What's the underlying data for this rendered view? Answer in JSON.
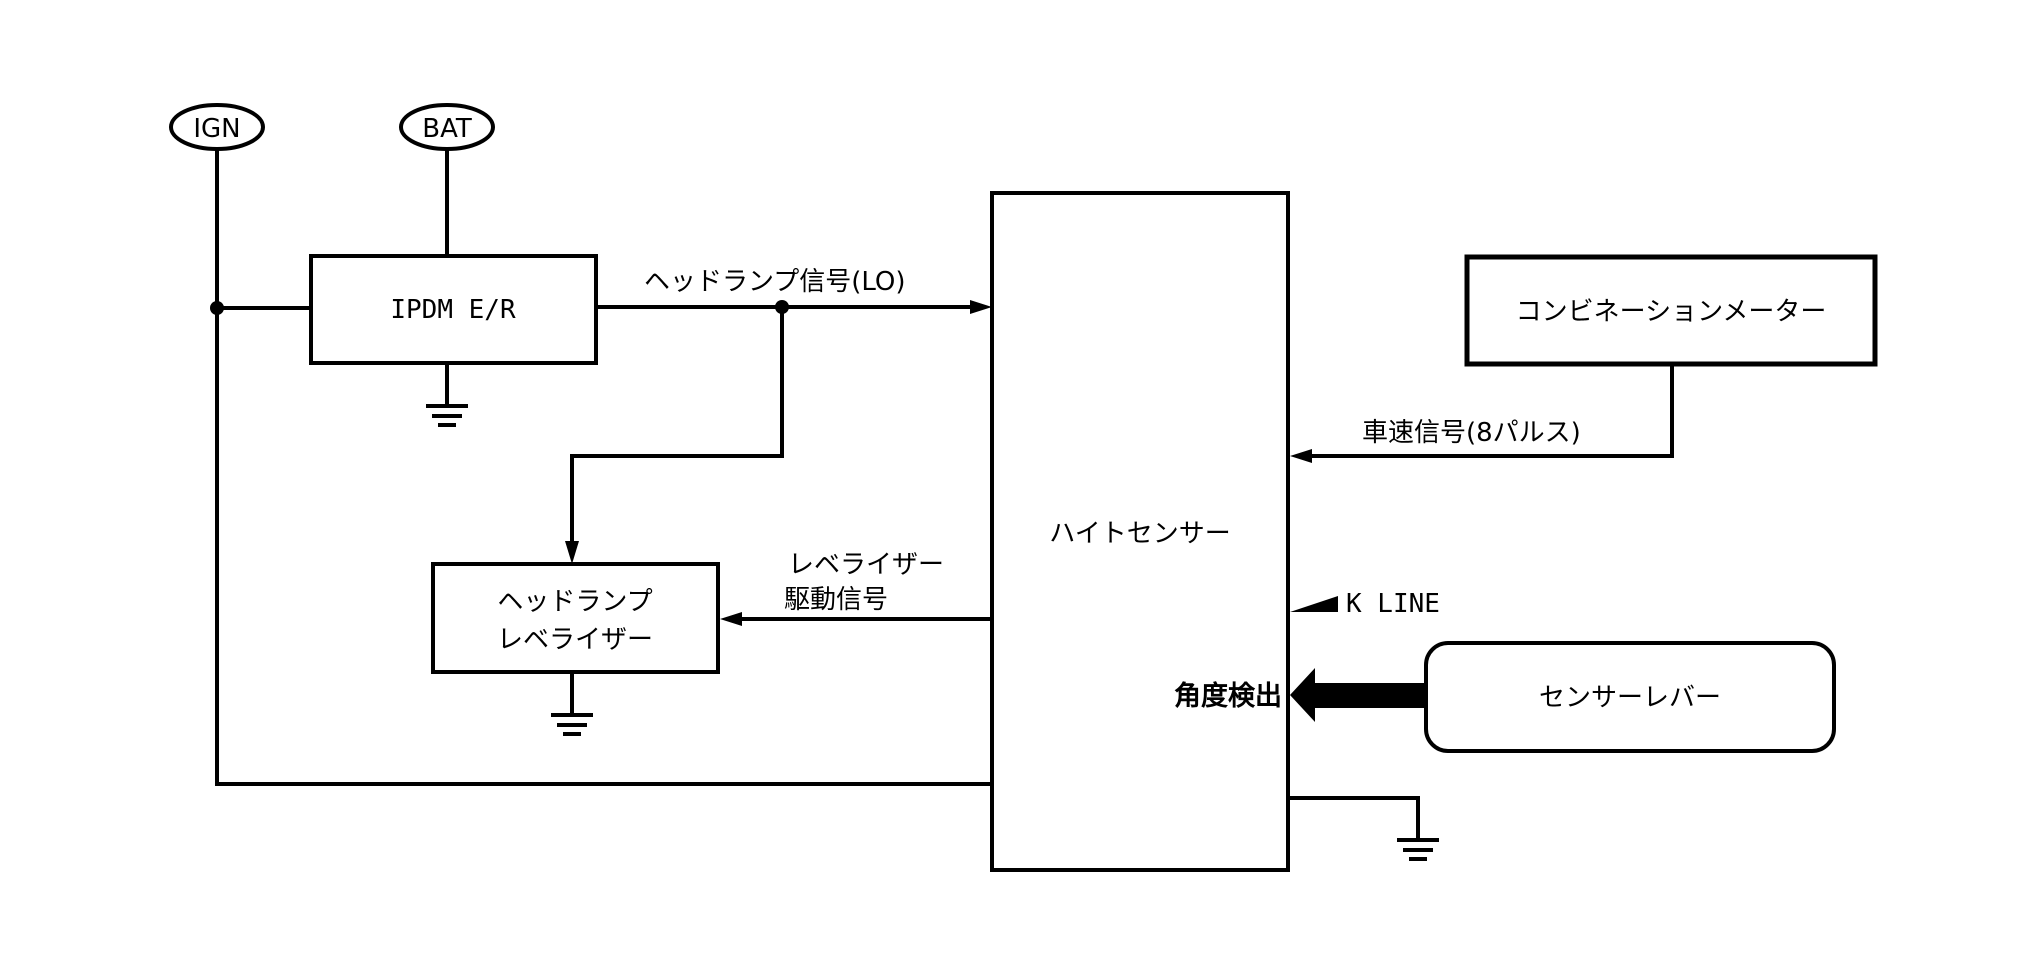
{
  "diagram": {
    "power_sources": {
      "ign": "IGN",
      "bat": "BAT"
    },
    "blocks": {
      "ipdm": "IPDM E/R",
      "height_sensor": "ハイトセンサー",
      "combination_meter": "コンビネーションメーター",
      "headlamp_leveler_line1": "ヘッドランプ",
      "headlamp_leveler_line2": "レベライザー",
      "sensor_lever": "センサーレバー"
    },
    "signals": {
      "headlamp_lo": "ヘッドランプ信号(LO)",
      "vehicle_speed": "車速信号(8パルス)",
      "leveler_drive_line1": "レベライザー",
      "leveler_drive_line2": "駆動信号",
      "k_line": "K LINE",
      "angle_detect": "角度検出"
    },
    "colors": {
      "stroke": "#000000",
      "background": "#ffffff"
    }
  }
}
